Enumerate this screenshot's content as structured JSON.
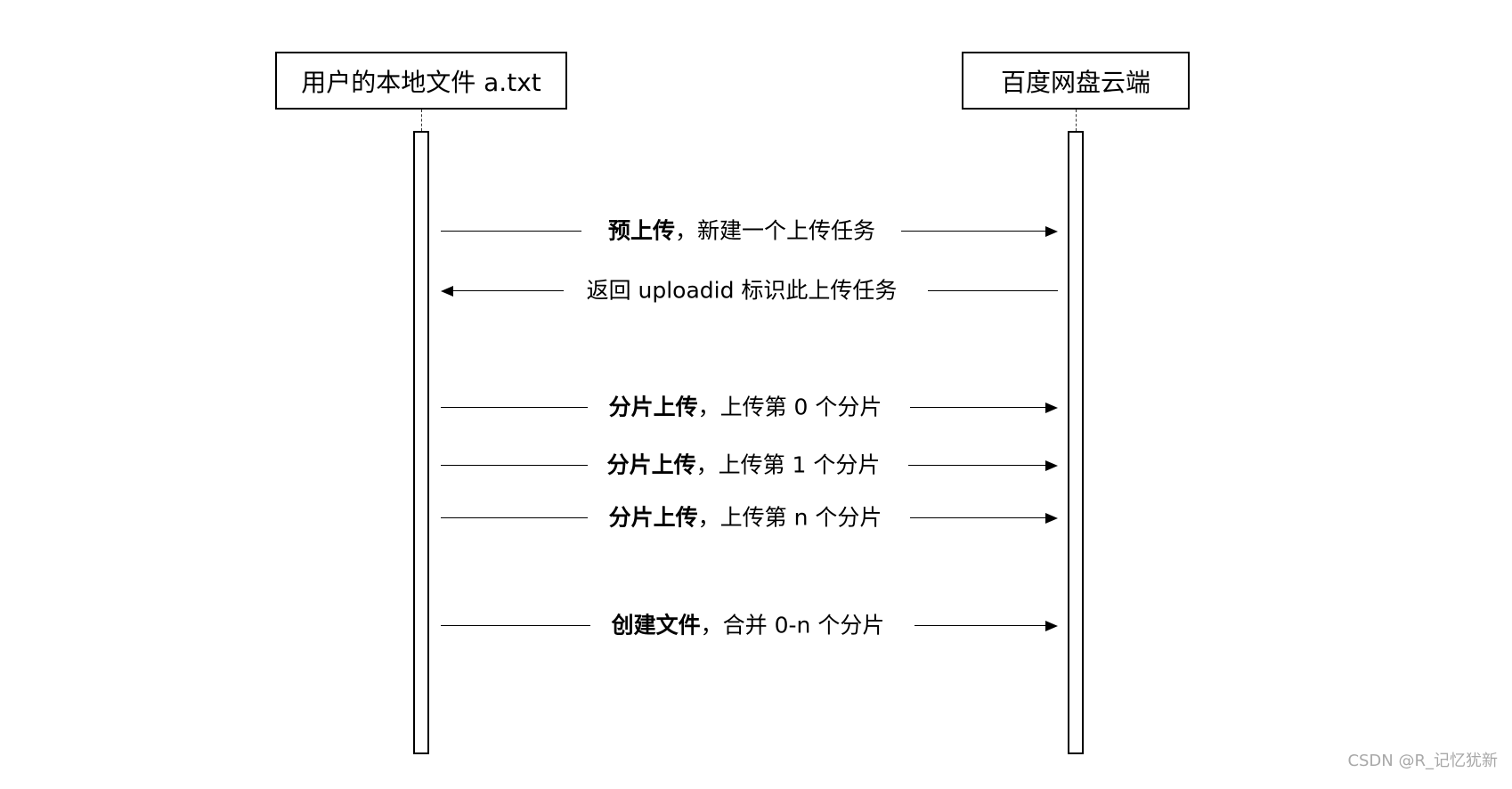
{
  "participants": {
    "client": "用户的本地文件 a.txt",
    "server": "百度网盘云端"
  },
  "messages": [
    {
      "direction": "client-to-server",
      "bold": "预上传",
      "sep": "，",
      "text": "新建一个上传任务"
    },
    {
      "direction": "server-to-client",
      "bold": "",
      "sep": "",
      "text": "返回 uploadid 标识此上传任务"
    },
    {
      "direction": "client-to-server",
      "bold": "分片上传",
      "sep": "，",
      "text": "上传第 0 个分片"
    },
    {
      "direction": "client-to-server",
      "bold": "分片上传",
      "sep": "，",
      "text": "上传第 1 个分片"
    },
    {
      "direction": "client-to-server",
      "bold": "分片上传",
      "sep": "，",
      "text": "上传第 n 个分片"
    },
    {
      "direction": "client-to-server",
      "bold": "创建文件",
      "sep": "，",
      "text": "合并 0-n 个分片"
    }
  ],
  "watermark": "CSDN @R_记忆犹新"
}
